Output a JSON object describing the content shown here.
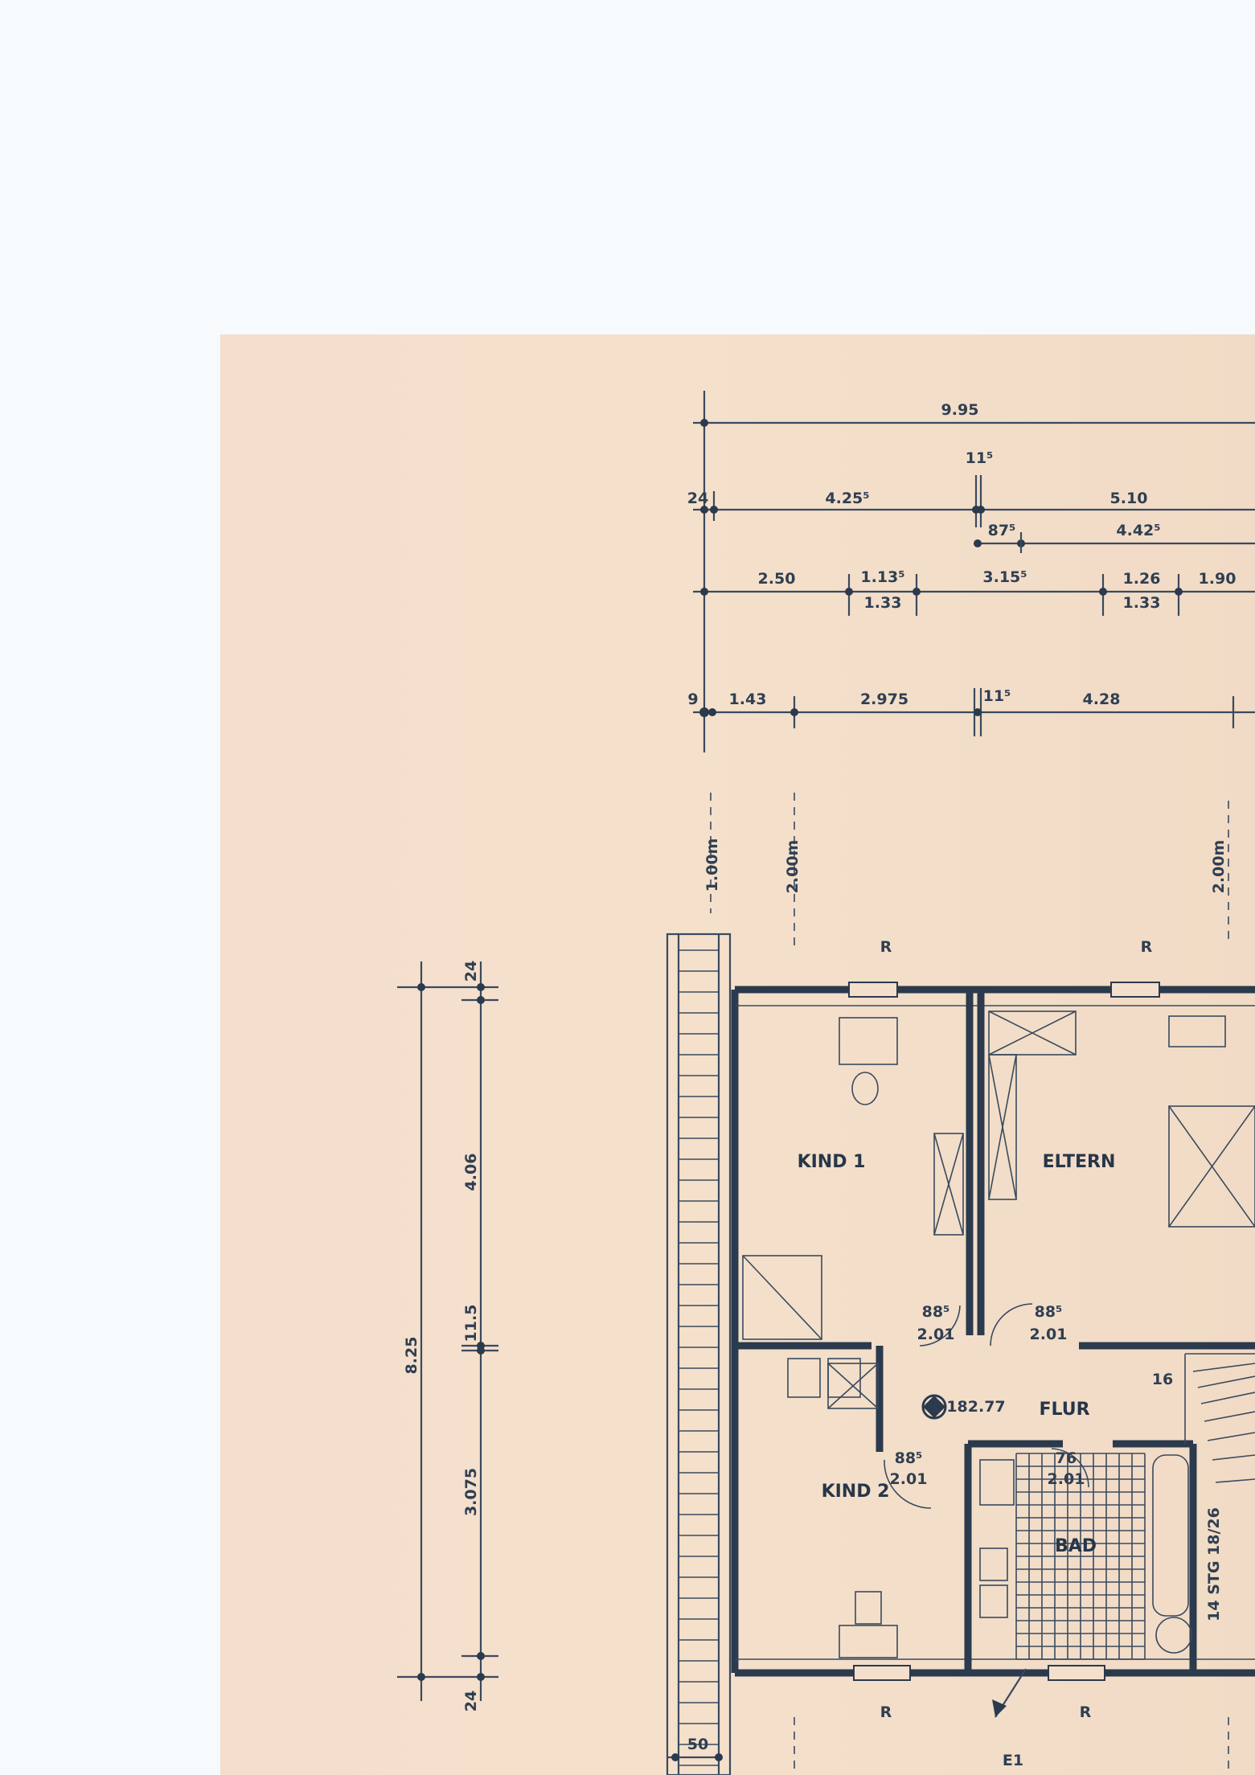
{
  "dimensions": {
    "top_total": "9.95",
    "r2": {
      "a": "24",
      "b": "4.25⁵",
      "c": "11⁵",
      "d": "5.10"
    },
    "r2b": {
      "a": "87⁵",
      "b": "4.42⁵"
    },
    "r3": {
      "a": "2.50",
      "b": "1.13⁵",
      "c": "1.33",
      "d": "3.15⁵",
      "e": "1.26",
      "f": "1.33",
      "g": "1.90"
    },
    "r4": {
      "a": "9",
      "b": "1.43",
      "c": "2.975",
      "d": "11⁵",
      "e": "4.28"
    },
    "vert_top": {
      "a": "1.00m",
      "b": "2.00m",
      "c": "2.00m"
    },
    "left": {
      "total": "8.25",
      "top": "24",
      "a": "4.06",
      "b": "11.5",
      "c": "3.075",
      "bottom": "24"
    },
    "bottom": {
      "a": "50"
    }
  },
  "rooms": {
    "kind1": "KIND 1",
    "eltern": "ELTERN",
    "flur": "FLUR",
    "kind2": "KIND 2",
    "bad": "BAD"
  },
  "labels": {
    "r": "R",
    "e1": "E1",
    "level": "182.77",
    "stair": "14 STG 18/26",
    "stair_n": "16"
  },
  "doors": {
    "d1_w": "88⁵",
    "d1_h": "2.01",
    "d2_w": "88⁵",
    "d2_h": "2.01",
    "d3_w": "88⁵",
    "d3_h": "2.01",
    "d4_w": "76",
    "d4_h": "2.01"
  }
}
